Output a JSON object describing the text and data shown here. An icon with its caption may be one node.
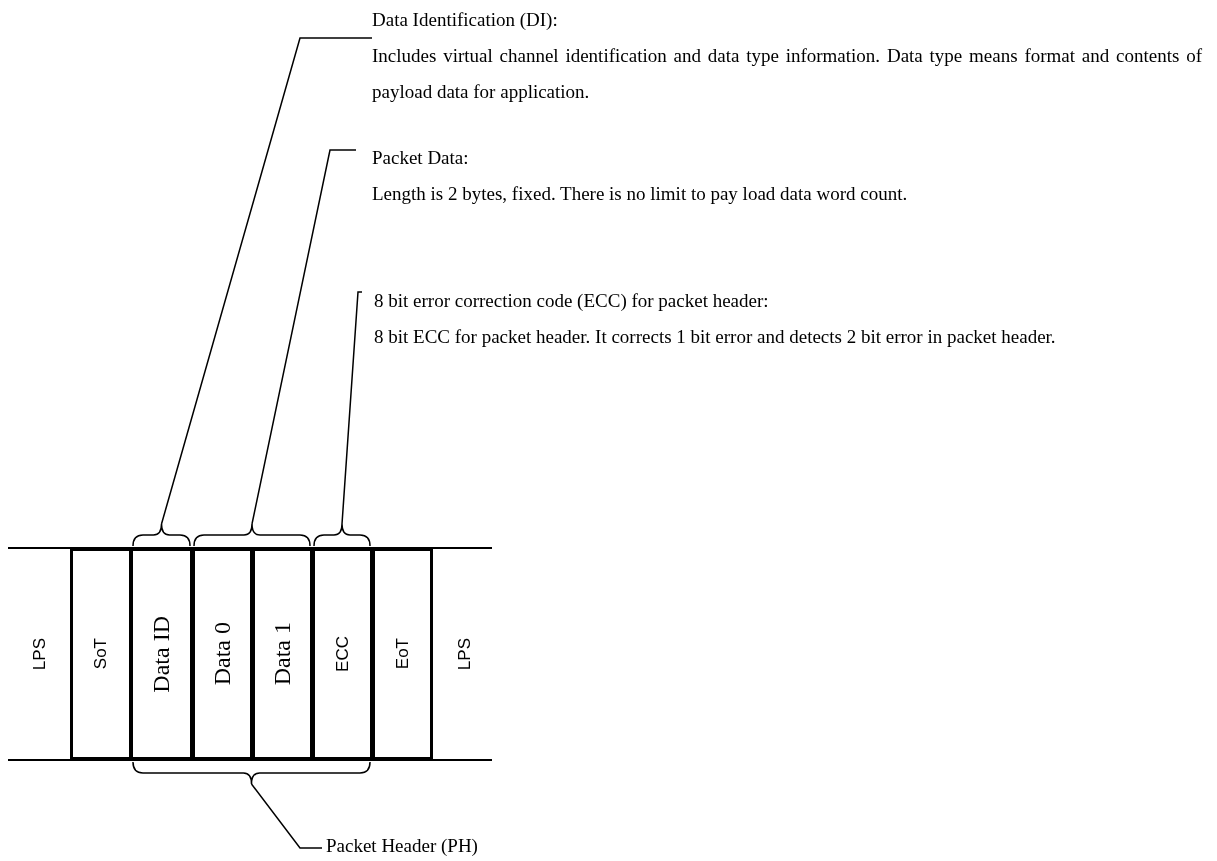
{
  "diagram": {
    "nodes": [
      {
        "text": [
          "Data Identification (DI):",
          "Includes virtual channel identification and data type information. Data type means format and contents of payload data for application."
        ]
      },
      {
        "text": [
          "Packet Data:",
          "Length is 2 bytes, fixed.  There is no limit to pay load data word count."
        ]
      },
      {
        "text": [
          "8 bit error correction code (ECC) for packet header:",
          "8 bit ECC for packet header.  It corrects 1 bit error and detects 2 bit error in packet header."
        ]
      },
      {
        "text": [],
        "shape": "bracket"
      },
      {
        "text": [],
        "shape": "bracket"
      },
      {
        "text": [],
        "shape": "bracket"
      },
      {
        "text": [
          "LPS"
        ]
      },
      {
        "text": [
          "SoT"
        ]
      },
      {
        "text": [
          "Data ID"
        ]
      },
      {
        "text": [
          "Data 0"
        ]
      },
      {
        "text": [
          "Data 1"
        ]
      },
      {
        "text": [
          "ECC"
        ]
      },
      {
        "text": [
          "EoT"
        ]
      },
      {
        "text": [
          "LPS"
        ]
      },
      {
        "text": [],
        "shape": "bracket"
      },
      {
        "text": [
          "Packet Header (PH)"
        ]
      }
    ],
    "edges": [
      {
        "from": 0,
        "to": 3,
        "arrow": "none"
      },
      {
        "from": 1,
        "to": 4,
        "arrow": "none"
      },
      {
        "from": 2,
        "to": 5,
        "arrow": "none"
      },
      {
        "from": 15,
        "to": 14,
        "arrow": "none"
      }
    ]
  }
}
